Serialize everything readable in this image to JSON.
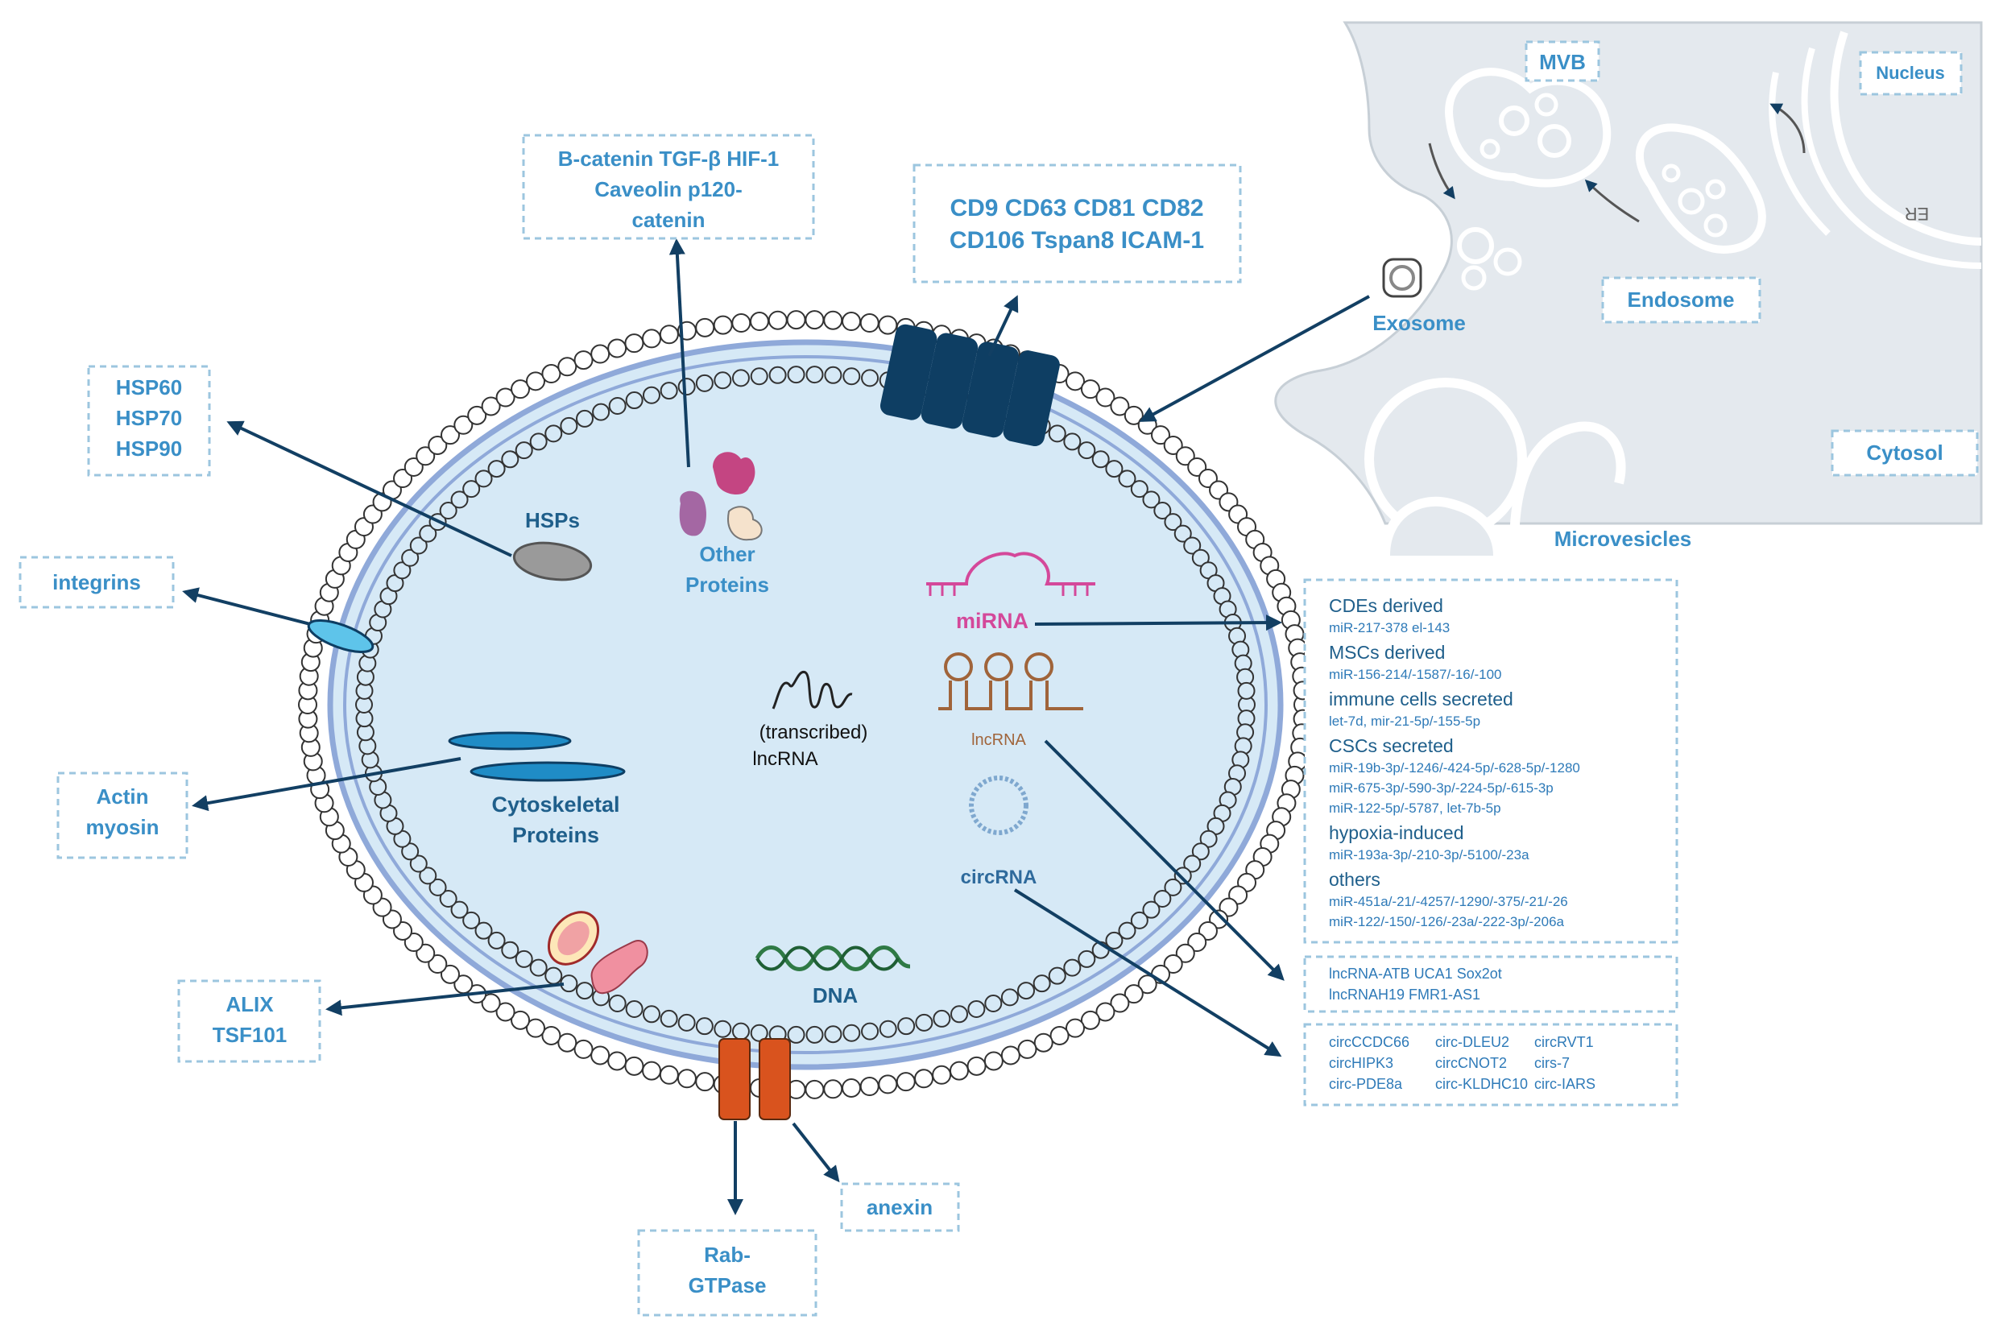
{
  "colors": {
    "label_blue": "#3a8fc7",
    "dark_label": "#1f5f8b",
    "arrow": "#123f63",
    "vesicle_fill": "#d6e9f6",
    "membrane": "#8fa9d9",
    "cell_gray": "#e4e9ee",
    "tetraspanin": "#0e3e63",
    "channel": "#d9531e",
    "mirna": "#d4489a",
    "lncrna": "#a0643a"
  },
  "icons": [
    "mirna-hairpin-icon",
    "lncrna-loops-icon",
    "circrna-ring-icon",
    "dna-helix-icon",
    "hsp-ellipse-icon",
    "protein-shapes-icon"
  ],
  "boxes": {
    "beta_catenin": [
      "B-catenin TGF-β HIF-1",
      "Caveolin p120-",
      "catenin"
    ],
    "cd_markers": [
      "CD9 CD63 CD81 CD82",
      "CD106 Tspan8 ICAM-1"
    ],
    "hsps": [
      "HSP60",
      "HSP70",
      "HSP90"
    ],
    "integrins": "integrins",
    "actin": [
      "Actin",
      "myosin"
    ],
    "alix": [
      "ALIX",
      "TSF101"
    ],
    "rab": [
      "Rab-",
      "GTPase"
    ],
    "anexin": "anexin"
  },
  "inner_labels": {
    "hsps": "HSPs",
    "other_proteins": [
      "Other",
      "Proteins"
    ],
    "cytoskeletal": [
      "Cytoskeletal",
      "Proteins"
    ],
    "transcribed": "(transcribed)",
    "lncrna_inner": "lncRNA",
    "mirna": "miRNA",
    "lncrna": "lncRNA",
    "circrna": "circRNA",
    "dna": "DNA"
  },
  "cell": {
    "mvb": "MVB",
    "nucleus": "Nucleus",
    "er": "ER",
    "endosome": "Endosome",
    "exosome": "Exosome",
    "cytosol": "Cytosol",
    "microvesicles": "Microvesicles"
  },
  "mirna_list": [
    {
      "head": "CDEs derived",
      "lines": [
        "miR-217-378 el-143"
      ]
    },
    {
      "head": "MSCs derived",
      "lines": [
        "miR-156-214/-1587/-16/-100"
      ]
    },
    {
      "head": "immune cells secreted",
      "lines": [
        "let-7d, mir-21-5p/-155-5p"
      ]
    },
    {
      "head": "CSCs secreted",
      "lines": [
        "miR-19b-3p/-1246/-424-5p/-628-5p/-1280",
        "miR-675-3p/-590-3p/-224-5p/-615-3p",
        "miR-122-5p/-5787, let-7b-5p"
      ]
    },
    {
      "head": "hypoxia-induced",
      "lines": [
        "miR-193a-3p/-210-3p/-5100/-23a"
      ]
    },
    {
      "head": "others",
      "lines": [
        "miR-451a/-21/-4257/-1290/-375/-21/-26",
        "miR-122/-150/-126/-23a/-222-3p/-206a"
      ]
    }
  ],
  "lncrna_list": [
    "lncRNA-ATB  UCA1  Sox2ot",
    "lncRNAH19  FMR1-AS1"
  ],
  "circrna_list": [
    [
      "circCCDC66",
      "circ-DLEU2",
      "circRVT1"
    ],
    [
      "circHIPK3",
      "circCNOT2",
      "cirs-7"
    ],
    [
      "circ-PDE8a",
      "circ-KLDHC10",
      "circ-IARS"
    ]
  ]
}
